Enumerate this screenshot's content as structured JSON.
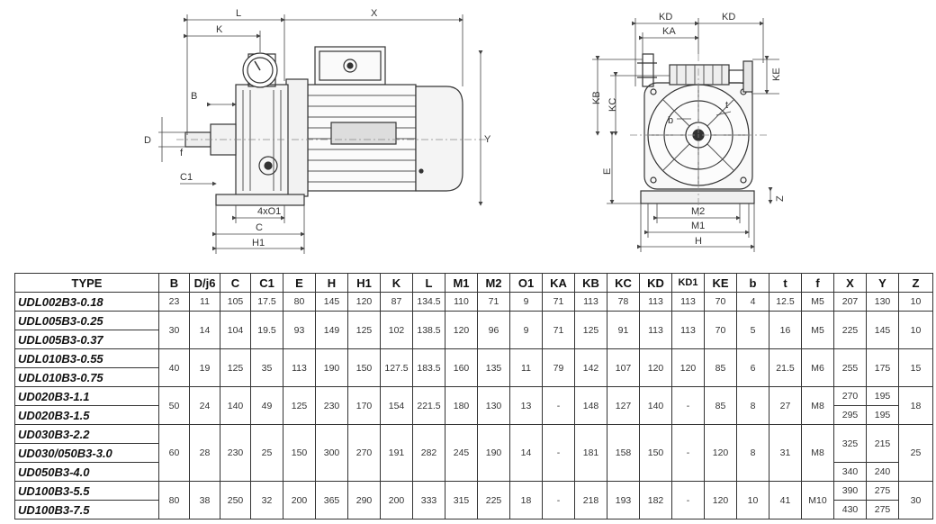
{
  "side_view_labels": {
    "L": "L",
    "X": "X",
    "K": "K",
    "B": "B",
    "D": "D",
    "f": "f",
    "C1": "C1",
    "O1": "4xO1",
    "C": "C",
    "H1": "H1",
    "Y": "Y"
  },
  "front_view_labels": {
    "KD_left": "KD",
    "KD_right": "KD",
    "KA": "KA",
    "KE": "KE",
    "KB": "KB",
    "KC": "KC",
    "b": "b",
    "t": "t",
    "E": "E",
    "Z": "Z",
    "M2": "M2",
    "M1": "M1",
    "H": "H"
  },
  "table": {
    "headers": [
      "TYPE",
      "B",
      "D/j6",
      "C",
      "C1",
      "E",
      "H",
      "H1",
      "K",
      "L",
      "M1",
      "M2",
      "O1",
      "KA",
      "KB",
      "KC",
      "KD",
      "KD1",
      "KE",
      "b",
      "t",
      "f",
      "X",
      "Y",
      "Z"
    ],
    "types": [
      "UDL002B3-0.18",
      "UDL005B3-0.25",
      "UDL005B3-0.37",
      "UDL010B3-0.55",
      "UDL010B3-0.75",
      "UD020B3-1.1",
      "UD020B3-1.5",
      "UD030B3-2.2",
      "UD030/050B3-3.0",
      "UD050B3-4.0",
      "UD100B3-5.5",
      "UD100B3-7.5"
    ],
    "groups": [
      {
        "B": "23",
        "D": "11",
        "C": "105",
        "C1": "17.5",
        "E": "80",
        "H": "145",
        "H1": "120",
        "K": "87",
        "L": "134.5",
        "M1": "110",
        "M2": "71",
        "O1": "9",
        "KA": "71",
        "KB": "113",
        "KC": "78",
        "KD": "113",
        "KD1": "113",
        "KE": "70",
        "b": "4",
        "t": "12.5",
        "f": "M5",
        "X": "207",
        "Y": "130",
        "Z": "10"
      },
      {
        "B": "30",
        "D": "14",
        "C": "104",
        "C1": "19.5",
        "E": "93",
        "H": "149",
        "H1": "125",
        "K": "102",
        "L": "138.5",
        "M1": "120",
        "M2": "96",
        "O1": "9",
        "KA": "71",
        "KB": "125",
        "KC": "91",
        "KD": "113",
        "KD1": "113",
        "KE": "70",
        "b": "5",
        "t": "16",
        "f": "M5",
        "X": "225",
        "Y": "145",
        "Z": "10"
      },
      {
        "B": "40",
        "D": "19",
        "C": "125",
        "C1": "35",
        "E": "113",
        "H": "190",
        "H1": "150",
        "K": "127.5",
        "L": "183.5",
        "M1": "160",
        "M2": "135",
        "O1": "11",
        "KA": "79",
        "KB": "142",
        "KC": "107",
        "KD": "120",
        "KD1": "120",
        "KE": "85",
        "b": "6",
        "t": "21.5",
        "f": "M6",
        "X": "255",
        "Y": "175",
        "Z": "15"
      },
      {
        "B": "50",
        "D": "24",
        "C": "140",
        "C1": "49",
        "E": "125",
        "H": "230",
        "H1": "170",
        "K": "154",
        "L": "221.5",
        "M1": "180",
        "M2": "130",
        "O1": "13",
        "KA": "-",
        "KB": "148",
        "KC": "127",
        "KD": "140",
        "KD1": "-",
        "KE": "85",
        "b": "8",
        "t": "27",
        "f": "M8",
        "X_a": "270",
        "Y_a": "195",
        "X_b": "295",
        "Y_b": "195",
        "Z": "18"
      },
      {
        "B": "60",
        "D": "28",
        "C": "230",
        "C1": "25",
        "E": "150",
        "H": "300",
        "H1": "270",
        "K": "191",
        "L": "282",
        "M1": "245",
        "M2": "190",
        "O1": "14",
        "KA": "-",
        "KB": "181",
        "KC": "158",
        "KD": "150",
        "KD1": "-",
        "KE": "120",
        "b": "8",
        "t": "31",
        "f": "M8",
        "X_a": "325",
        "Y_a": "215",
        "X_b": "340",
        "Y_b": "240",
        "Z": "25"
      },
      {
        "B": "80",
        "D": "38",
        "C": "250",
        "C1": "32",
        "E": "200",
        "H": "365",
        "H1": "290",
        "K": "200",
        "L": "333",
        "M1": "315",
        "M2": "225",
        "O1": "18",
        "KA": "-",
        "KB": "218",
        "KC": "193",
        "KD": "182",
        "KD1": "-",
        "KE": "120",
        "b": "10",
        "t": "41",
        "f": "M10",
        "X_a": "390",
        "Y_a": "275",
        "X_b": "430",
        "Y_b": "275",
        "Z": "30"
      }
    ]
  }
}
